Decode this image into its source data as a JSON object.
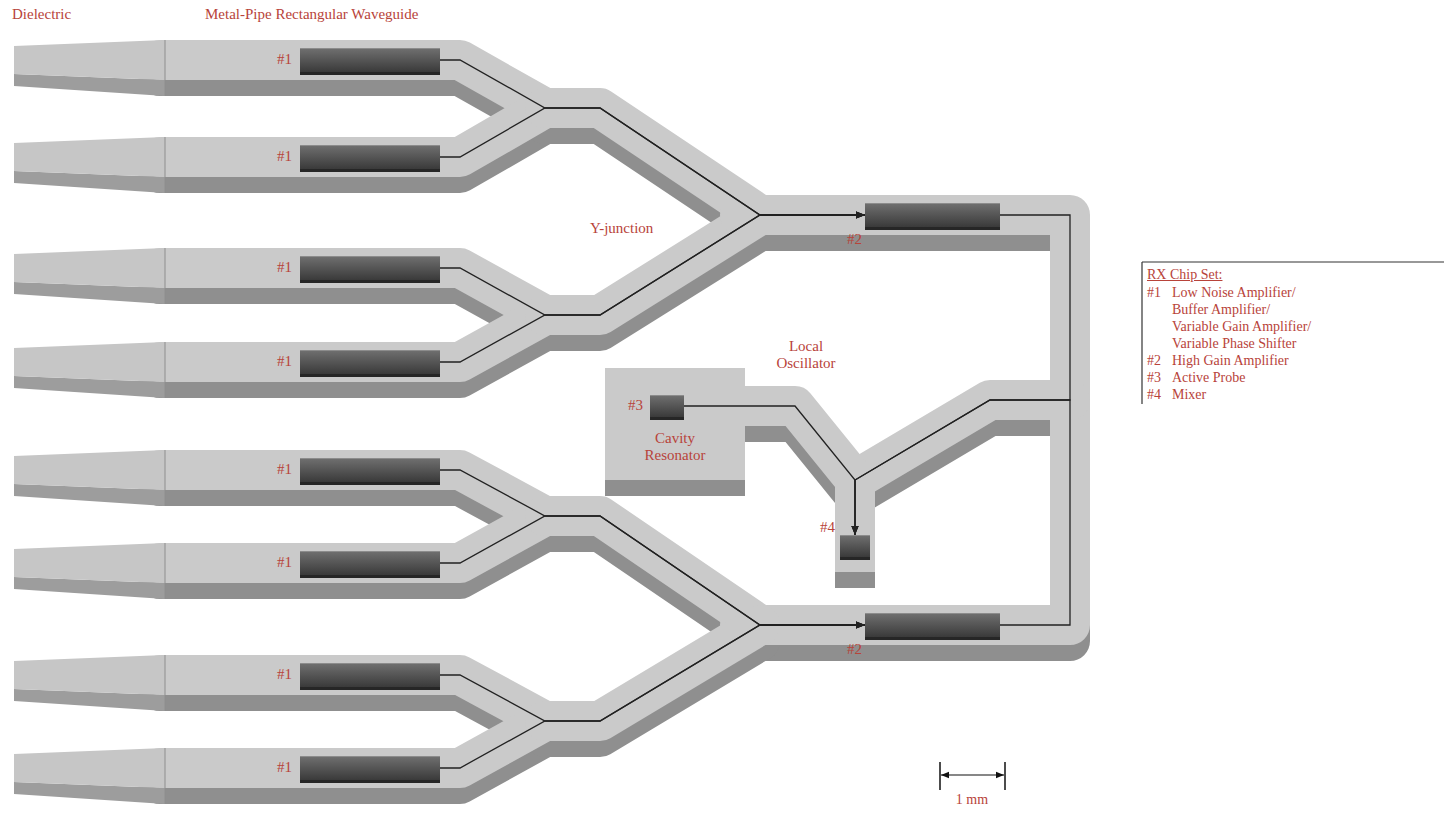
{
  "diagram": {
    "nodes": [
      {
        "text": [
          "#1"
        ]
      },
      {
        "text": [
          "#1"
        ]
      },
      {
        "text": [
          "#2"
        ]
      },
      {
        "text": [
          "#1"
        ]
      },
      {
        "text": [
          "#1"
        ]
      },
      {
        "text": [
          "Cavity Resonator"
        ]
      },
      {
        "text": [
          "#3"
        ],
        "in": 5
      },
      {
        "text": [
          "#1"
        ]
      },
      {
        "text": [
          "#4"
        ]
      },
      {
        "text": [
          "#1"
        ]
      },
      {
        "text": [
          "#2"
        ]
      },
      {
        "text": [
          "#1"
        ]
      },
      {
        "text": [
          "#1"
        ]
      }
    ],
    "edges": [
      {
        "from": 0,
        "to": 2,
        "arrow": "to"
      },
      {
        "from": 1,
        "to": 2,
        "arrow": "to"
      },
      {
        "from": 3,
        "to": 2,
        "arrow": "to"
      },
      {
        "from": 4,
        "to": 2,
        "arrow": "to"
      },
      {
        "from": 7,
        "to": 10,
        "arrow": "to"
      },
      {
        "from": 9,
        "to": 10,
        "arrow": "to"
      },
      {
        "from": 11,
        "to": 10,
        "arrow": "to"
      },
      {
        "from": 12,
        "to": 10,
        "arrow": "to"
      },
      {
        "from": 2,
        "to": 8,
        "arrow": "to"
      },
      {
        "from": 10,
        "to": 8,
        "arrow": "to"
      },
      {
        "from": 6,
        "to": 8,
        "arrow": "to"
      }
    ],
    "labels": [
      "Dielectric",
      "Metal-Pipe Rectangular Waveguide",
      "Y-junction",
      "Local Oscillator",
      "1 mm",
      "RX Chip Set:",
      "#1",
      "Low Noise Amplifier/ Buffer Amplifier/ Variable Gain Amplifier/ Variable Phase Shifter",
      "#2",
      "High Gain Amplifier",
      "#3",
      "Active Probe",
      "#4",
      "Mixer"
    ]
  }
}
